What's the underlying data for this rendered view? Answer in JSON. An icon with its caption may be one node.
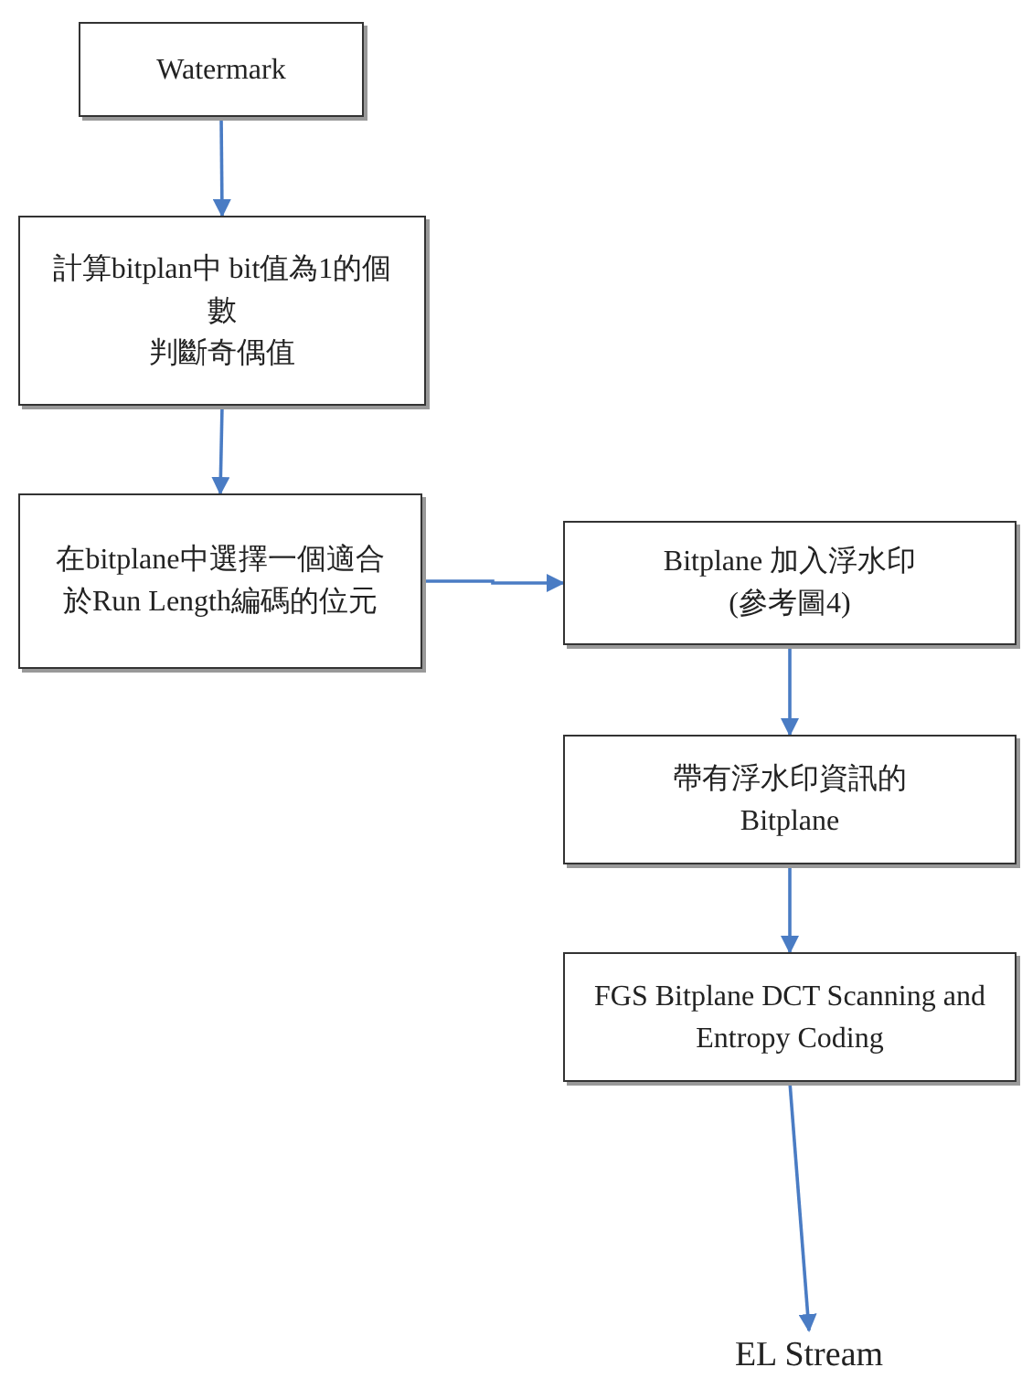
{
  "diagram": {
    "nodes": [
      {
        "text": [
          "Watermark"
        ]
      },
      {
        "text": [
          "計算bitplan中 bit值為1的個數",
          "判斷奇偶值"
        ]
      },
      {
        "text": [
          "在bitplane中選擇一個適合於Run Length編碼的位元"
        ]
      },
      {
        "text": [
          "Bitplane 加入浮水印 (參考圖4)"
        ]
      },
      {
        "text": [
          "帶有浮水印資訊的Bitplane"
        ]
      },
      {
        "text": [
          "FGS Bitplane DCT Scanning and Entropy Coding"
        ]
      },
      {
        "text": [
          "EL Stream"
        ]
      }
    ],
    "edges": [
      {
        "from": 0,
        "to": 1,
        "arrow": "to"
      },
      {
        "from": 1,
        "to": 2,
        "arrow": "to"
      },
      {
        "from": 2,
        "to": 3,
        "arrow": "to"
      },
      {
        "from": 3,
        "to": 4,
        "arrow": "to"
      },
      {
        "from": 4,
        "to": 5,
        "arrow": "to"
      },
      {
        "from": 5,
        "to": 6,
        "arrow": "to"
      }
    ]
  }
}
